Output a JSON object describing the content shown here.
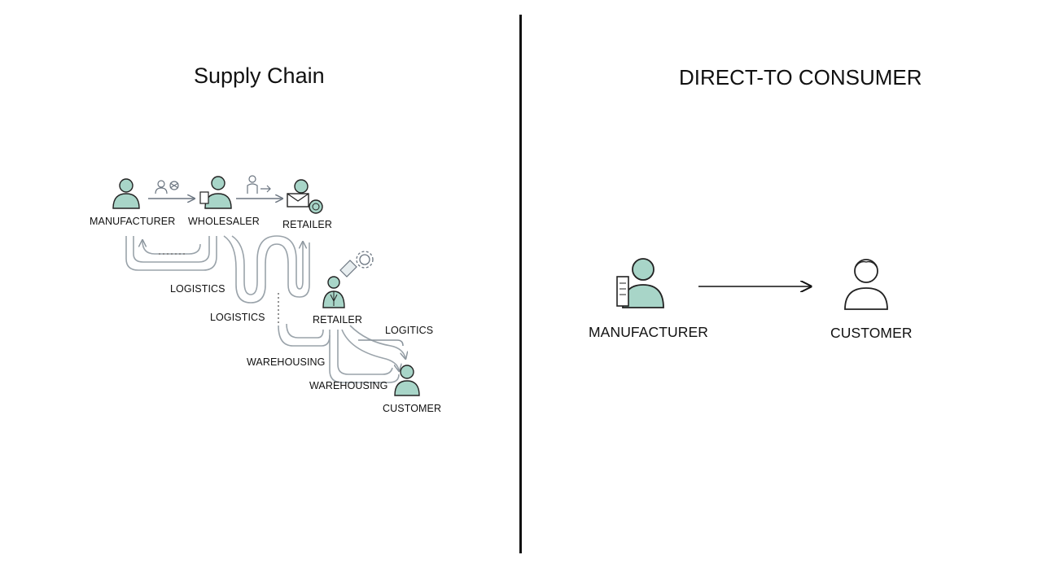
{
  "left_panel": {
    "title": "Supply Chain",
    "labels": {
      "manufacturer": "MANUFACTURER",
      "wholesaler": "WHOLESALER",
      "retailer_top": "RETAILER",
      "retailer_mid": "RETAILER",
      "customer": "CUSTOMER",
      "logistics_1": "LOGISTICS",
      "logistics_2": "LOGISTICS",
      "logistics_3": "LOGITICS",
      "warehousing_1": "WAREHOUSING",
      "warehousing_2": "WAREHOUSING"
    }
  },
  "right_panel": {
    "title": "DIRECT-TO CONSUMER",
    "labels": {
      "manufacturer": "MANUFACTURER",
      "customer": "CUSTOMER"
    }
  },
  "colors": {
    "icon_fill": "#a8d5c8",
    "line": "#111111",
    "path": "#9aa3aa"
  },
  "icons": [
    "person-icon",
    "clipboard-person-icon",
    "box-icon",
    "gear-icon",
    "agent-person-icon",
    "arrow-icon"
  ]
}
